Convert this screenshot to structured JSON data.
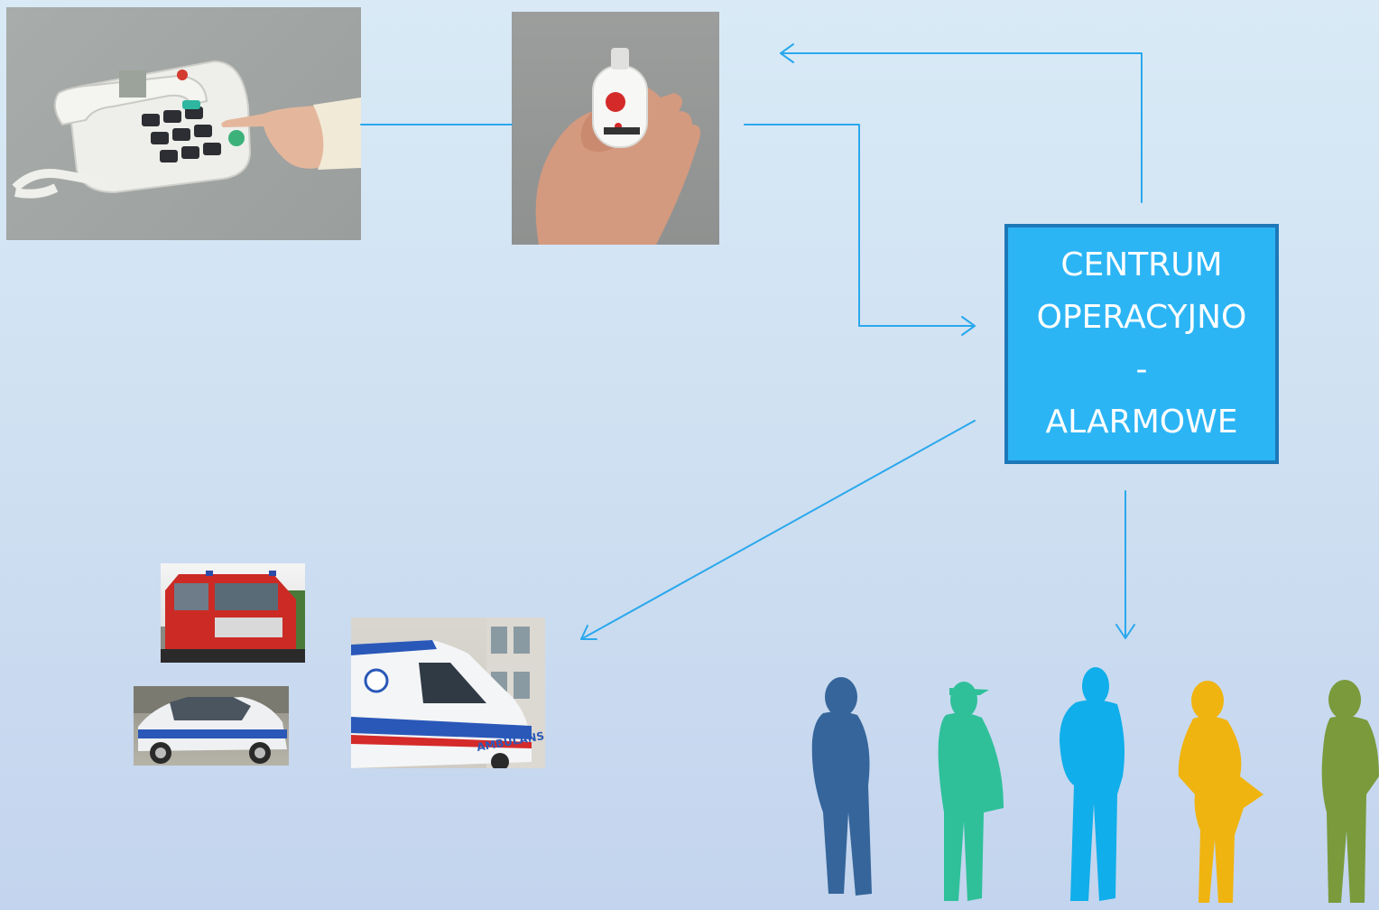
{
  "center": {
    "lines": [
      "CENTRUM",
      "OPERACYJNO",
      "-",
      "ALARMOWE"
    ]
  },
  "colors": {
    "box_fill": "#2cb5f5",
    "box_border": "#1d78b8",
    "connector": "#2aa8ec",
    "person_1": "#35659a",
    "person_2": "#2fc09a",
    "person_3": "#10aeea",
    "person_4": "#f0b410",
    "person_5": "#7a9a3c"
  },
  "icons": {
    "phone": "desk-phone-photo",
    "pendant": "alarm-pendant-photo",
    "firetruck": "fire-truck-photo",
    "police": "police-car-photo",
    "ambulance": "ambulance-photo",
    "people": "people-silhouettes"
  },
  "labels": {
    "ambulance_text": "AMBULANS"
  }
}
